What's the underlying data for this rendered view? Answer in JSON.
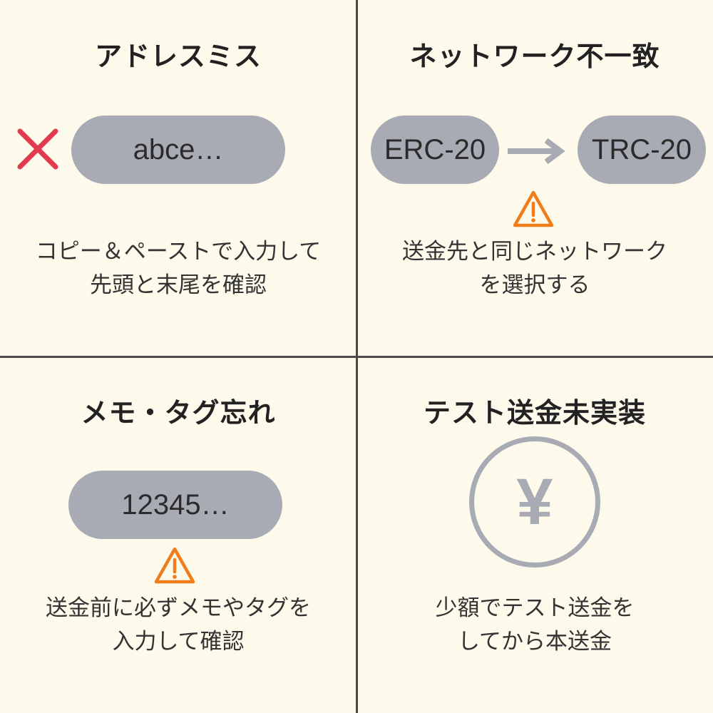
{
  "panels": {
    "address_mistake": {
      "title": "アドレスミス",
      "pill_text": "abce…",
      "caption_line1": "コピー＆ペーストで入力して",
      "caption_line2": "先頭と末尾を確認",
      "icon": "x-mark-icon",
      "icon_color": "#e23b4f"
    },
    "network_mismatch": {
      "title": "ネットワーク不一致",
      "from_network": "ERC-20",
      "to_network": "TRC-20",
      "caption_line1": "送金先と同じネットワーク",
      "caption_line2": "を選択する",
      "icon": "warning-icon",
      "icon_color": "#f07d1a"
    },
    "memo_tag": {
      "title": "メモ・タグ忘れ",
      "pill_text": "12345…",
      "caption_line1": "送金前に必ずメモやタグを",
      "caption_line2": "入力して確認",
      "icon": "warning-icon",
      "icon_color": "#f07d1a"
    },
    "test_transfer": {
      "title": "テスト送金未実装",
      "coin_symbol": "¥",
      "caption_line1": "少額でテスト送金を",
      "caption_line2": "してから本送金",
      "icon": "yen-coin-icon"
    }
  },
  "colors": {
    "background": "#fdfaec",
    "pill": "#a8abb4",
    "divider": "#4a4a4a",
    "error": "#e23b4f",
    "warning": "#f07d1a"
  }
}
